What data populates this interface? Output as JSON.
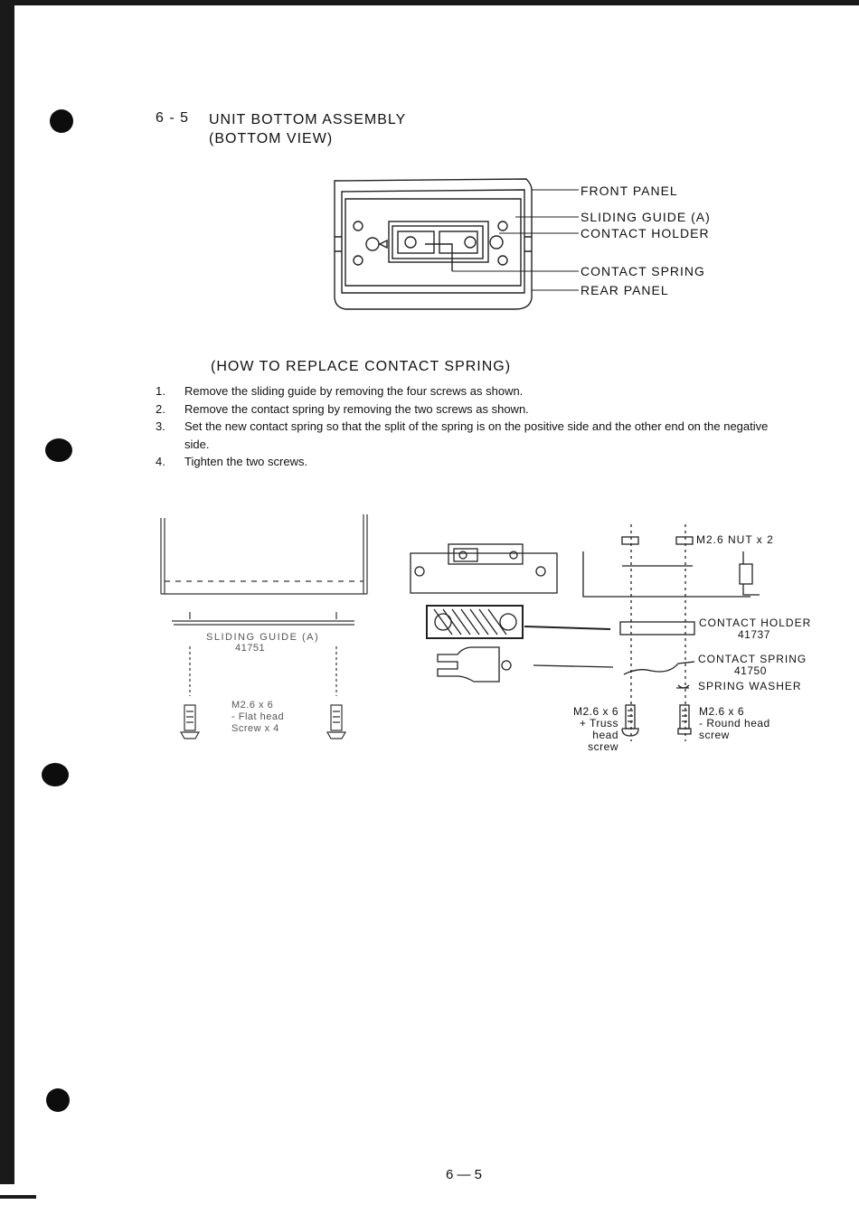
{
  "section": {
    "number": "6 - 5",
    "title_line1": "UNIT BOTTOM ASSEMBLY",
    "title_line2": "(BOTTOM VIEW)"
  },
  "top_diagram_labels": {
    "front_panel": "FRONT PANEL",
    "sliding_guide": "SLIDING GUIDE (A)",
    "contact_holder": "CONTACT HOLDER",
    "contact_spring": "CONTACT SPRING",
    "rear_panel": "REAR PANEL"
  },
  "howto": {
    "heading": "(HOW TO REPLACE CONTACT SPRING)",
    "steps": [
      {
        "num": "1.",
        "text": "Remove the sliding guide by removing the four screws as shown."
      },
      {
        "num": "2.",
        "text": "Remove the contact spring by removing the two screws as shown."
      },
      {
        "num": "3.",
        "text": "Set the new contact spring so that the split of the spring is on the positive side and the other end on the negative side."
      },
      {
        "num": "4.",
        "text": "Tighten the two screws."
      }
    ]
  },
  "left_diagram": {
    "guide_label": "SLIDING GUIDE (A)",
    "guide_part": "41751",
    "screw_line1": "M2.6 x 6",
    "screw_line2": "- Flat head",
    "screw_line3": "Screw x 4"
  },
  "right_diagram": {
    "nut": "M2.6 NUT x 2",
    "holder_label": "CONTACT HOLDER",
    "holder_part": "41737",
    "spring_label": "CONTACT SPRING",
    "spring_part": "41750",
    "washer": "SPRING WASHER",
    "truss_line1": "M2.6 x 6",
    "truss_line2": "+ Truss head",
    "truss_line3": "screw",
    "round_line1": "M2.6 x 6",
    "round_line2": "- Round head",
    "round_line3": "screw"
  },
  "page_number": "6 — 5"
}
